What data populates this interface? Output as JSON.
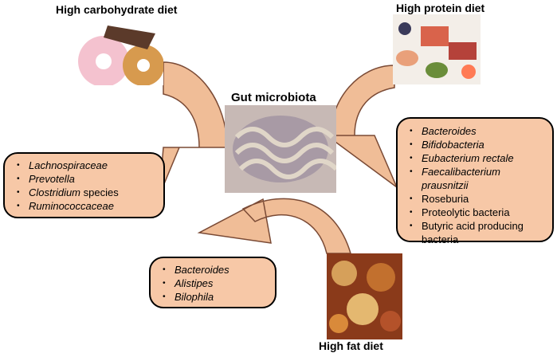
{
  "diets": {
    "carb": {
      "title": "High carbohydrate diet"
    },
    "protein": {
      "title": "High protein diet"
    },
    "fat": {
      "title": "High fat diet"
    }
  },
  "center": {
    "title": "Gut microbiota"
  },
  "boxes": {
    "left": {
      "items": [
        "Lachnospiraceae",
        "Prevotella",
        "Clostridium",
        "species",
        "Ruminococcaceae"
      ]
    },
    "right": {
      "items": [
        "Bacteroides",
        "Bifidobacteria",
        "Eubacterium rectale",
        "Faecalibacterium",
        "prausnitzii",
        "Roseburia",
        "Proteolytic bacteria",
        "Butyric acid producing",
        "bacteria"
      ]
    },
    "bottom": {
      "items": [
        "Bacteroides",
        "Alistipes",
        "Bilophila"
      ]
    }
  },
  "colors": {
    "arrow_fill": "#f0bd97",
    "arrow_stroke": "#7a4a35",
    "box_fill": "#f7c8a7"
  }
}
